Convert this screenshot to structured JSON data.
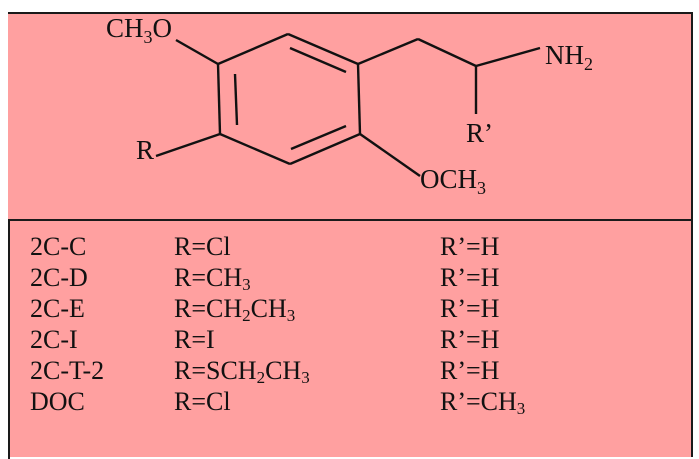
{
  "structure": {
    "methoxy_top": {
      "base": "CH",
      "sub": "3",
      "tail": "O"
    },
    "amine": {
      "base": "NH",
      "sub": "2"
    },
    "r_prime": "R’",
    "r": "R",
    "methoxy_bottom": {
      "base": "OCH",
      "sub": "3"
    }
  },
  "compounds": [
    {
      "name": "2C-C",
      "r": [
        {
          "t": "R=Cl"
        }
      ],
      "rp": [
        {
          "t": "R’=H"
        }
      ]
    },
    {
      "name": "2C-D",
      "r": [
        {
          "t": "R=CH"
        },
        {
          "s": "3"
        }
      ],
      "rp": [
        {
          "t": "R’=H"
        }
      ]
    },
    {
      "name": "2C-E",
      "r": [
        {
          "t": "R=CH"
        },
        {
          "s": "2"
        },
        {
          "t": "CH"
        },
        {
          "s": "3"
        }
      ],
      "rp": [
        {
          "t": "R’=H"
        }
      ]
    },
    {
      "name": "2C-I",
      "r": [
        {
          "t": "R=I"
        }
      ],
      "rp": [
        {
          "t": "R’=H"
        }
      ]
    },
    {
      "name": "2C-T-2",
      "r": [
        {
          "t": "R=SCH"
        },
        {
          "s": "2"
        },
        {
          "t": "CH"
        },
        {
          "s": "3"
        }
      ],
      "rp": [
        {
          "t": "R’=H"
        }
      ]
    },
    {
      "name": "DOC",
      "r": [
        {
          "t": "R=Cl"
        }
      ],
      "rp": [
        {
          "t": "R’=CH"
        },
        {
          "s": "3"
        }
      ]
    }
  ]
}
